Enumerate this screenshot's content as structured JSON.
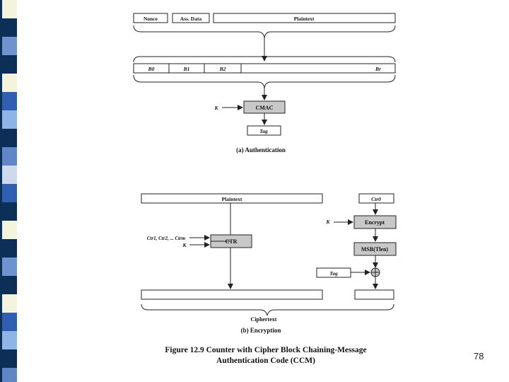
{
  "slide_number": "78",
  "stripe_colors": [
    "#f4f4dc",
    "#0b2f57",
    "#6f93cf",
    "#0b2f57",
    "#f4f4dc",
    "#2f5fb3",
    "#8fb4e8",
    "#0b2f57",
    "#5f86c7",
    "#cfd9ee",
    "#2f5fb3",
    "#0b2f57"
  ],
  "authentication": {
    "fields": [
      "Nonce",
      "Ass. Data",
      "Plaintext"
    ],
    "blocks": [
      "B0",
      "B1",
      "B2",
      "Br"
    ],
    "key": "K",
    "cmac": "CMAC",
    "tag": "Tag",
    "caption": "(a) Authentication"
  },
  "encryption": {
    "plaintext": "Plaintext",
    "counters_label": "Ctr1, Ctr2, ... Ctrm",
    "key_left": "K",
    "ctr": "CTR",
    "ctr0": "Ctr0",
    "key_right": "K",
    "encrypt": "Encrypt",
    "msb": "MSB(Tlen)",
    "tag": "Tag",
    "ciphertext": "Ciphertext",
    "caption": "(b) Encryption"
  },
  "figure_caption_line1": "Figure 12.9  Counter with Cipher Block Chaining-Message",
  "figure_caption_line2": "Authentication Code (CCM)"
}
